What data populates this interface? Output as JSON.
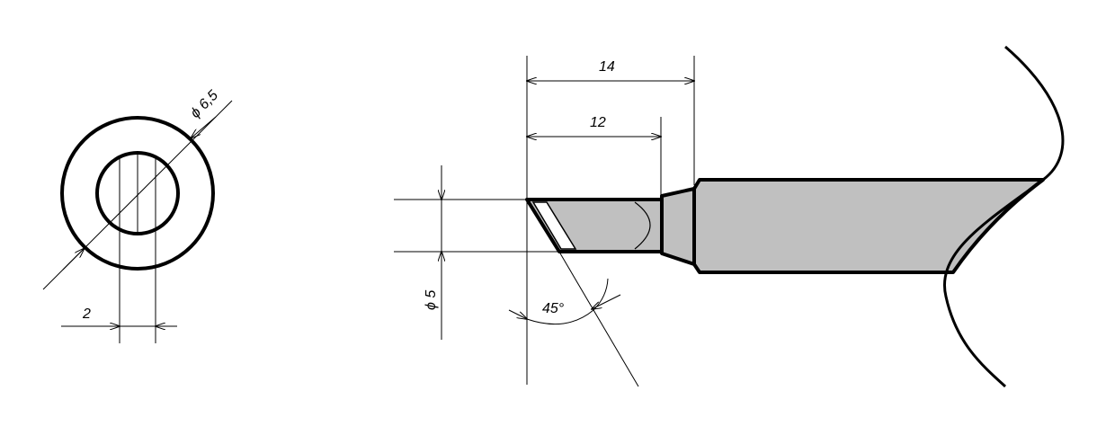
{
  "colors": {
    "line": "#000000",
    "fill": "#c0c0c0",
    "background": "#ffffff"
  },
  "front_view": {
    "outer_diameter_label": "ϕ 6,5",
    "flat_width_label": "2"
  },
  "side_view": {
    "overall_length_label": "14",
    "tip_length_label": "12",
    "diameter_label": "ϕ 5",
    "angle_label": "45°"
  }
}
